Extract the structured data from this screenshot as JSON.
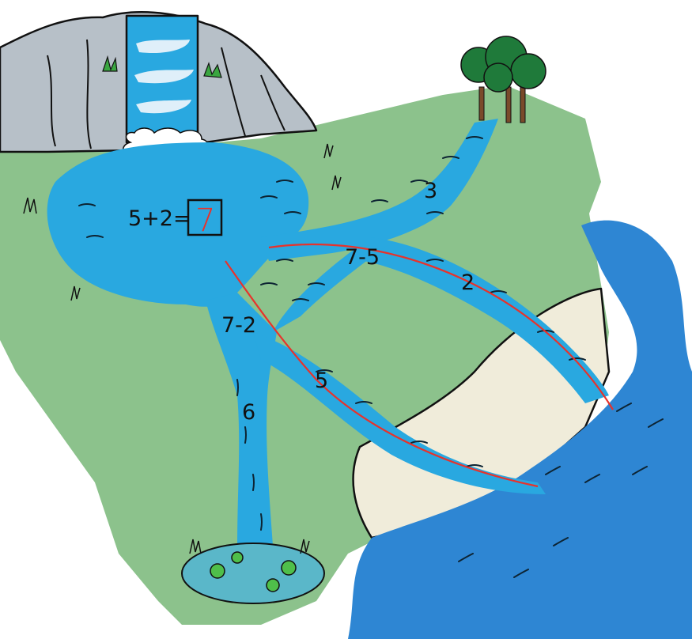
{
  "puzzle": {
    "equation": "5+2=",
    "answer": "7",
    "branch_labels": {
      "upper_right": "3",
      "middle_expr": "7-5",
      "lower_right_a": "2",
      "left_expr": "7-2",
      "lower_right_b": "5",
      "bottom": "6"
    }
  },
  "colors": {
    "river": "#29a8e0",
    "sea": "#2e86d3",
    "grass": "#8cc28c",
    "sand": "#f0ecda",
    "rock": "#b7c0c8",
    "highlight": "#e8322b"
  }
}
